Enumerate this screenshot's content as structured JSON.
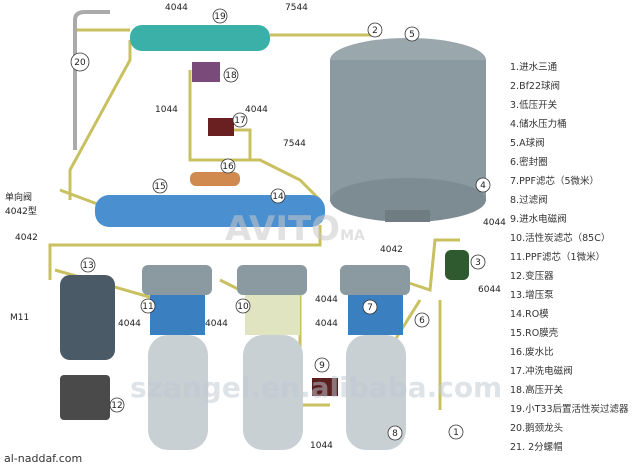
{
  "legend": [
    "1.进水三通",
    "2.Bf22球阀",
    "3.低压开关",
    "4.储水压力桶",
    "5.A球阀",
    "6.密封圈",
    "7.PPF滤芯（5微米）",
    "8.过滤阀",
    "9.进水电磁阀",
    "10.活性炭滤芯（85C）",
    "11.PPF滤芯（1微米）",
    "12.变压器",
    "13.增压泵",
    "14.RO模",
    "15.RO膜壳",
    "16.废水比",
    "17.冲洗电磁阀",
    "18.高压开关",
    "19.小T33后置活性炭过滤器",
    "20.鹅颈龙头",
    "21. 2分螺帽"
  ],
  "fittings": {
    "f4044": "4044",
    "f7544": "7544",
    "f1044": "1044",
    "f4042": "4042",
    "f6044": "6044",
    "m11": "M11",
    "check_valve": "单向阀",
    "check_valve_type": "4042型"
  },
  "callouts": [
    "1",
    "2",
    "3",
    "4",
    "5",
    "6",
    "7",
    "8",
    "9",
    "10",
    "11",
    "12",
    "13",
    "14",
    "15",
    "16",
    "17",
    "18",
    "19",
    "20"
  ],
  "watermarks": {
    "avito": "AVITO",
    "avito_ma": "MA",
    "alibaba": "szangel.en.alibaba.com"
  },
  "site": "al-naddaf.com",
  "colors": {
    "tube": "#d9cf6a",
    "tank": "#8a9aa0",
    "filter_blue": "#3a7fc0",
    "ro_housing": "#4a8fd0"
  }
}
